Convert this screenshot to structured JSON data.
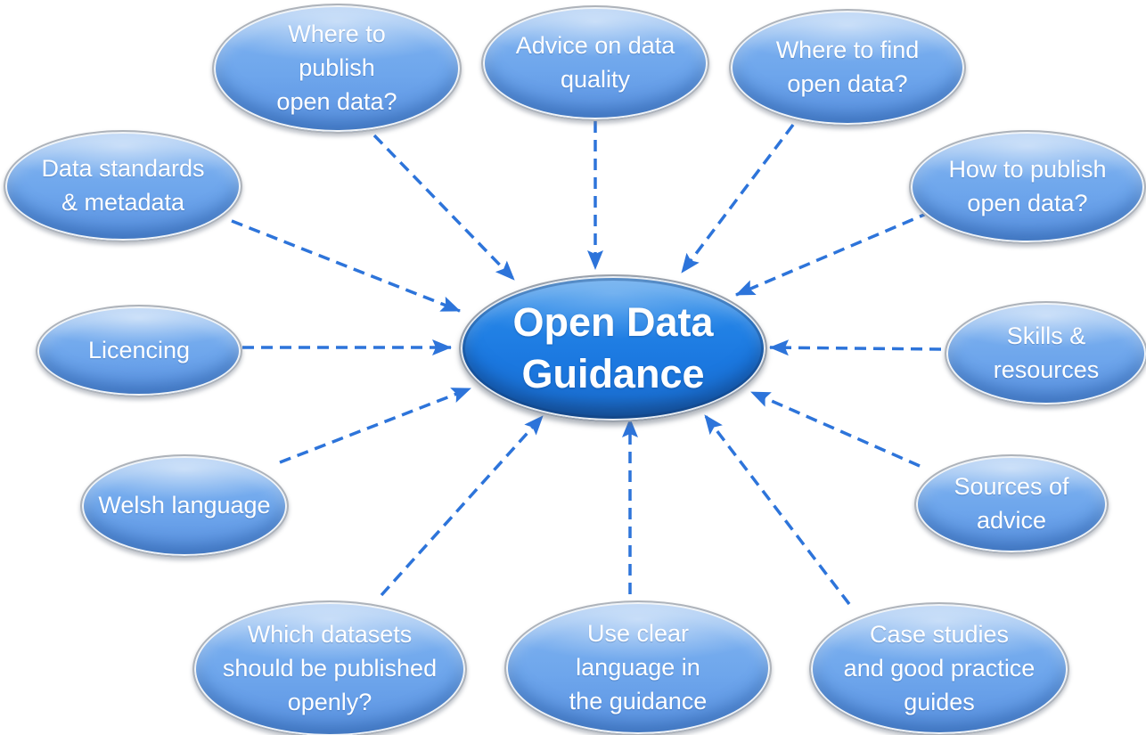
{
  "center": {
    "id": "open-data-guidance",
    "label": "Open Data\nGuidance"
  },
  "nodes": [
    {
      "id": "where-to-publish-open-data",
      "label": "Where to\npublish\nopen data?"
    },
    {
      "id": "advice-on-data-quality",
      "label": "Advice on data\nquality"
    },
    {
      "id": "where-to-find-open-data",
      "label": "Where to find\nopen data?"
    },
    {
      "id": "how-to-publish-open-data",
      "label": "How to publish\nopen data?"
    },
    {
      "id": "skills-and-resources",
      "label": "Skills &\nresources"
    },
    {
      "id": "sources-of-advice",
      "label": "Sources of\nadvice"
    },
    {
      "id": "case-studies-and-good-practice-guides",
      "label": "Case studies\nand good practice\nguides"
    },
    {
      "id": "use-clear-language-in-the-guidance",
      "label": "Use clear\nlanguage in\nthe guidance"
    },
    {
      "id": "which-datasets-should-be-published-openly",
      "label": "Which datasets\nshould be published\nopenly?"
    },
    {
      "id": "welsh-language",
      "label": "Welsh language"
    },
    {
      "id": "licencing",
      "label": "Licencing"
    },
    {
      "id": "data-standards-and-metadata",
      "label": "Data standards\n& metadata"
    }
  ],
  "connections": [
    {
      "from": "where-to-publish-open-data",
      "to": "open-data-guidance",
      "style": "dashed-arrow"
    },
    {
      "from": "advice-on-data-quality",
      "to": "open-data-guidance",
      "style": "dashed-arrow"
    },
    {
      "from": "where-to-find-open-data",
      "to": "open-data-guidance",
      "style": "dashed-arrow"
    },
    {
      "from": "how-to-publish-open-data",
      "to": "open-data-guidance",
      "style": "dashed-arrow"
    },
    {
      "from": "skills-and-resources",
      "to": "open-data-guidance",
      "style": "dashed-arrow"
    },
    {
      "from": "sources-of-advice",
      "to": "open-data-guidance",
      "style": "dashed-arrow"
    },
    {
      "from": "case-studies-and-good-practice-guides",
      "to": "open-data-guidance",
      "style": "dashed-arrow"
    },
    {
      "from": "use-clear-language-in-the-guidance",
      "to": "open-data-guidance",
      "style": "dashed-arrow"
    },
    {
      "from": "which-datasets-should-be-published-openly",
      "to": "open-data-guidance",
      "style": "dashed-arrow"
    },
    {
      "from": "welsh-language",
      "to": "open-data-guidance",
      "style": "dashed-arrow"
    },
    {
      "from": "licencing",
      "to": "open-data-guidance",
      "style": "dashed-arrow"
    },
    {
      "from": "data-standards-and-metadata",
      "to": "open-data-guidance",
      "style": "dashed-arrow"
    }
  ],
  "colors": {
    "arrow": "#2d74da",
    "satellite_fill": "#74aaed",
    "center_fill": "#1b78e0",
    "ellipse_ring": "#aeb3ba",
    "text": "#ffffff",
    "background": "#ffffff"
  }
}
